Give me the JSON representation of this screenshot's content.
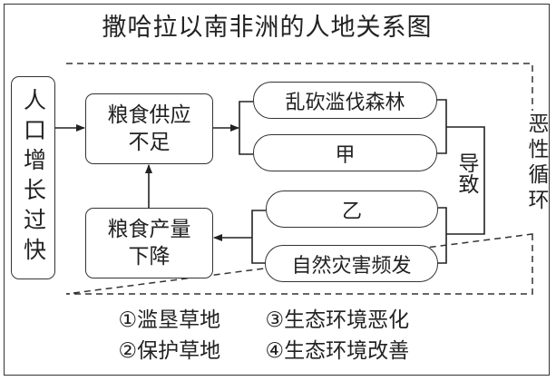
{
  "title": "撒哈拉以南非洲的人地关系图",
  "nodes": {
    "population": "人口增长过快",
    "food_shortage": [
      "粮食供应",
      "不足"
    ],
    "yield_decline": [
      "粮食产量",
      "下降"
    ],
    "deforestation": "乱砍滥伐森林",
    "jia": "甲",
    "yi": "乙",
    "disasters": "自然灾害频发",
    "cause": "导致",
    "vicious_cycle": "恶性循环"
  },
  "options": [
    {
      "label": "①滥垦草地"
    },
    {
      "label": "②保护草地"
    },
    {
      "label": "③生态环境恶化"
    },
    {
      "label": "④生态环境改善"
    }
  ]
}
